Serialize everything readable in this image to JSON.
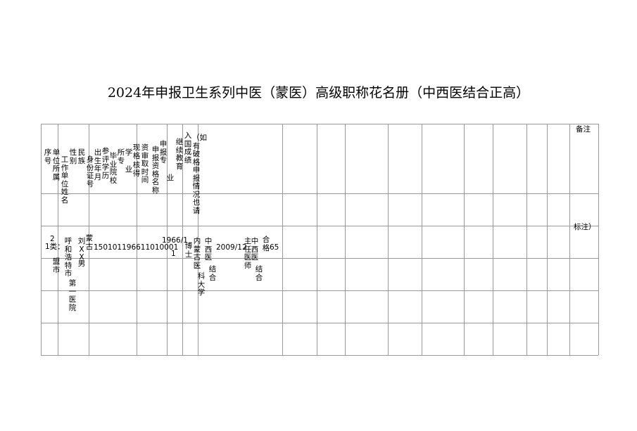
{
  "title": "2024年申报卫生系列中医（蒙医）高级职称花名册（中西医结合正高）",
  "header": {
    "seq": "序号",
    "unit_belong": "单位所属",
    "work_unit_name": "工作单位姓名",
    "gender": "性别",
    "ethnic": "民族",
    "id_number": "身份证号",
    "birth": "出生年月",
    "education": "参评学历",
    "school": "毕业院校",
    "major_a": "所专",
    "major_b": "学",
    "major_c": "业",
    "qual_a": "现格",
    "qual_b": "核得",
    "qual_c": "资审取时间",
    "apply_title": "申报资格名称",
    "apply_major_a": "申报专",
    "apply_major_b": "业",
    "cont_edu": "继续教育",
    "score": "入国成绩",
    "exception": "（如有破格申报情况也请",
    "remark": "备注",
    "remark_end": "标注）"
  },
  "row": {
    "seq": "2",
    "category": "1类：",
    "league_city": "盟市",
    "city": "呼和浩特市",
    "hospital": "第一医院",
    "name": "刘XX",
    "gender": "男",
    "ethnic": "蒙古",
    "id_number": "150101196611010001",
    "birth_a": "1966/1",
    "birth_b": "1",
    "education": "博士",
    "school_a": "内蒙古医",
    "school_b": "科大学",
    "major_a": "中西医",
    "major_b": "结合",
    "qual_time": "2009/12",
    "current_title": "主任医师",
    "apply_major_a": "中西医",
    "apply_major_b": "结合",
    "cont_edu": "合格",
    "score": "65"
  }
}
